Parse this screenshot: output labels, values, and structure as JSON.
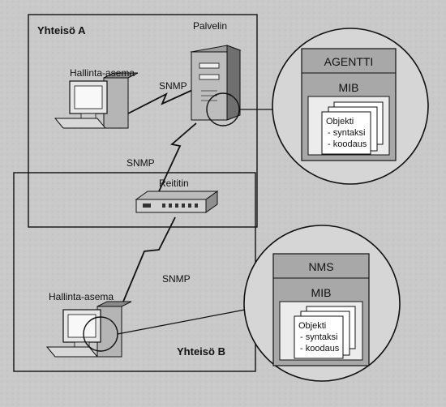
{
  "community_a": {
    "label": "Yhteisö A"
  },
  "community_b": {
    "label": "Yhteisö B"
  },
  "server": {
    "label": "Palvelin"
  },
  "station_a": {
    "label": "Hallinta-asema"
  },
  "station_b": {
    "label": "Hallinta-asema"
  },
  "router": {
    "label": "Reititin"
  },
  "links": {
    "snmp_a_server": "SNMP",
    "snmp_server_router": "SNMP",
    "snmp_router_b": "SNMP"
  },
  "agent_detail": {
    "title": "AGENTTI",
    "mib": "MIB",
    "object_lines": [
      "Objekti",
      "- syntaksi",
      "- koodaus"
    ]
  },
  "nms_detail": {
    "title": "NMS",
    "mib": "MIB",
    "object_lines": [
      "Objekti",
      "- syntaksi",
      "- koodaus"
    ]
  },
  "colors": {
    "background": "#c9c9c9",
    "box_fill": "#a8a8a8",
    "panel_fill": "#d6d6d6",
    "card_fill": "#ffffff",
    "line": "#111111"
  }
}
